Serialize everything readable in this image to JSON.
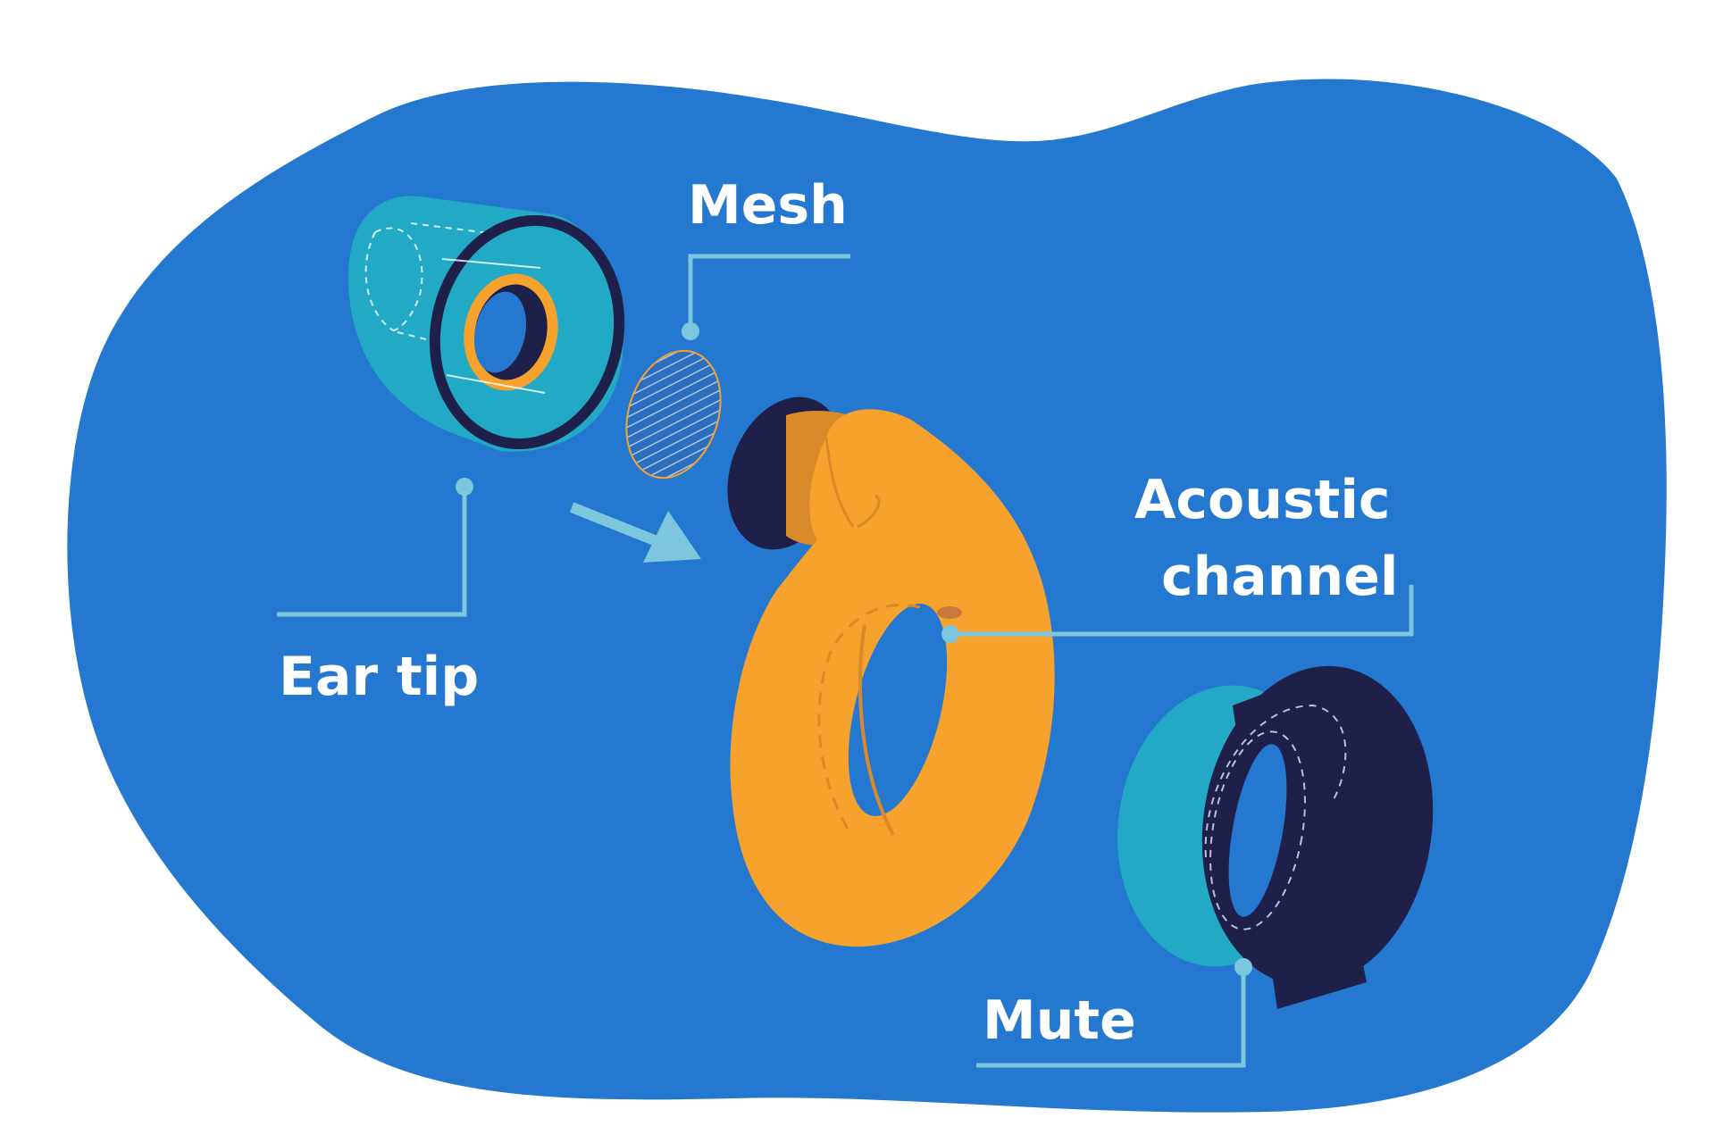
{
  "labels": {
    "mesh": "Mesh",
    "ear_tip": "Ear tip",
    "acoustic_line1": "Acoustic",
    "acoustic_line2": "channel",
    "mute": "Mute"
  },
  "colors": {
    "background_blob": "#2478d0",
    "teal": "#22a9c6",
    "navy": "#1f2049",
    "orange": "#f6a22d",
    "orange_dark": "#d98a2a",
    "leader": "#7cc6de",
    "text": "#ffffff"
  }
}
